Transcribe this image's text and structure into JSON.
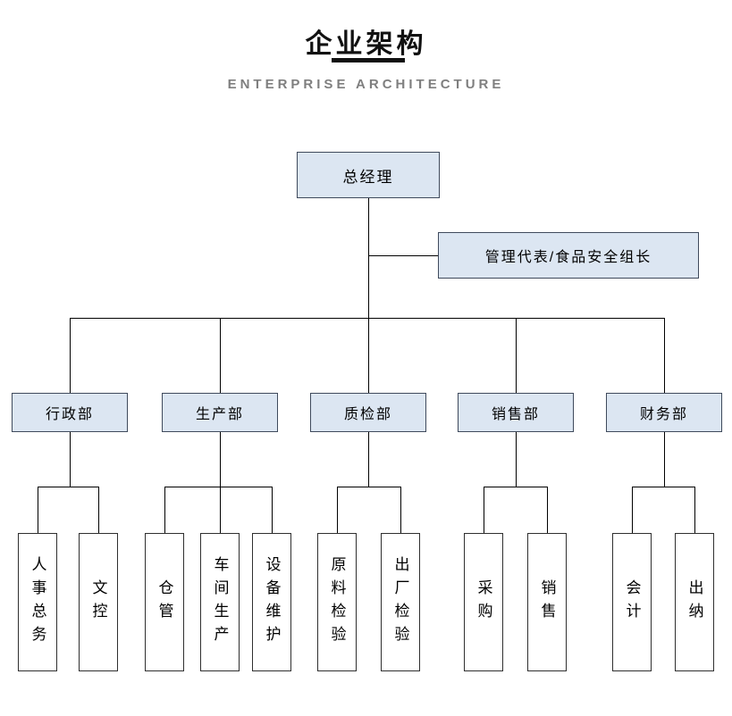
{
  "title": "企业架构",
  "subtitle": "ENTERPRISE ARCHITECTURE",
  "root": {
    "label": "总经理"
  },
  "staff": {
    "label": "管理代表/食品安全组长"
  },
  "departments": [
    {
      "label": "行政部",
      "children": [
        "人事总务",
        "文控"
      ]
    },
    {
      "label": "生产部",
      "children": [
        "仓管",
        "车间生产",
        "设备维护"
      ]
    },
    {
      "label": "质检部",
      "children": [
        "原料检验",
        "出厂检验"
      ]
    },
    {
      "label": "销售部",
      "children": [
        "采购",
        "销售"
      ]
    },
    {
      "label": "财务部",
      "children": [
        "会计",
        "出纳"
      ]
    }
  ],
  "colors": {
    "node_fill": "#dce6f2",
    "node_border": "#3f4a5c",
    "leaf_border": "#2f2f2f",
    "line": "#000000",
    "subtitle_text": "#7f7f7f"
  }
}
